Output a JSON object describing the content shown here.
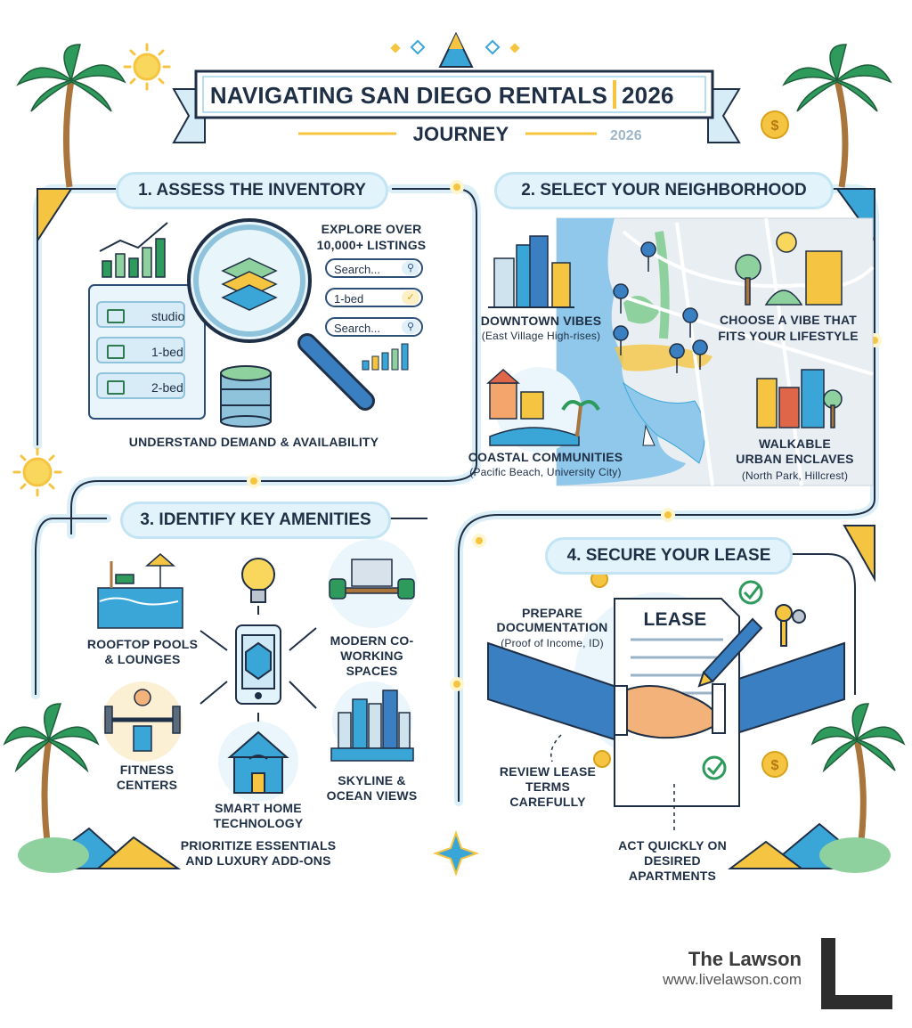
{
  "header": {
    "title": "NAVIGATING SAN DIEGO RENTALS",
    "year": "2026",
    "subtitle": "JOURNEY",
    "subtitle_year": "2026"
  },
  "step1": {
    "title": "1. ASSESS THE INVENTORY",
    "explore": "EXPLORE OVER 10,000+ LISTINGS",
    "search_fields": [
      "Search...",
      "1-bed",
      "Search..."
    ],
    "units": [
      "studio",
      "1-bed",
      "2-bed"
    ],
    "caption": "UNDERSTAND DEMAND & AVAILABILITY"
  },
  "step2": {
    "title": "2. SELECT YOUR NEIGHBORHOOD",
    "downtown": {
      "label": "DOWNTOWN VIBES",
      "detail": "(East Village High-rises)"
    },
    "vibe": "CHOOSE A VIBE THAT FITS YOUR LIFESTYLE",
    "coastal": {
      "label": "COASTAL COMMUNITIES",
      "detail": "(Pacific Beach, University City)"
    },
    "urban": {
      "label": "WALKABLE URBAN ENCLAVES",
      "detail": "(North Park, Hillcrest)"
    }
  },
  "step3": {
    "title": "3. IDENTIFY KEY AMENITIES",
    "pools": "ROOFTOP POOLS & LOUNGES",
    "coworking": "MODERN CO-WORKING SPACES",
    "fitness": "FITNESS CENTERS",
    "smarthome": "SMART HOME TECHNOLOGY",
    "skyline": "SKYLINE & OCEAN VIEWS",
    "caption": "PRIORITIZE ESSENTIALS AND LUXURY ADD-ONS"
  },
  "step4": {
    "title": "4. SECURE YOUR LEASE",
    "prepare": {
      "label": "PREPARE DOCUMENTATION",
      "detail": "(Proof of Income, ID)"
    },
    "lease_doc": "LEASE",
    "review": "REVIEW LEASE TERMS CAREFULLY",
    "act": "ACT QUICKLY ON DESIRED APARTMENTS"
  },
  "brand": {
    "name": "The Lawson",
    "url": "www.livelawson.com"
  },
  "colors": {
    "navy": "#1f2f45",
    "sky": "#e3f3fb",
    "accent_yellow": "#f5c542",
    "ocean": "#3aa6d8",
    "palm_green": "#2e9a5c"
  }
}
